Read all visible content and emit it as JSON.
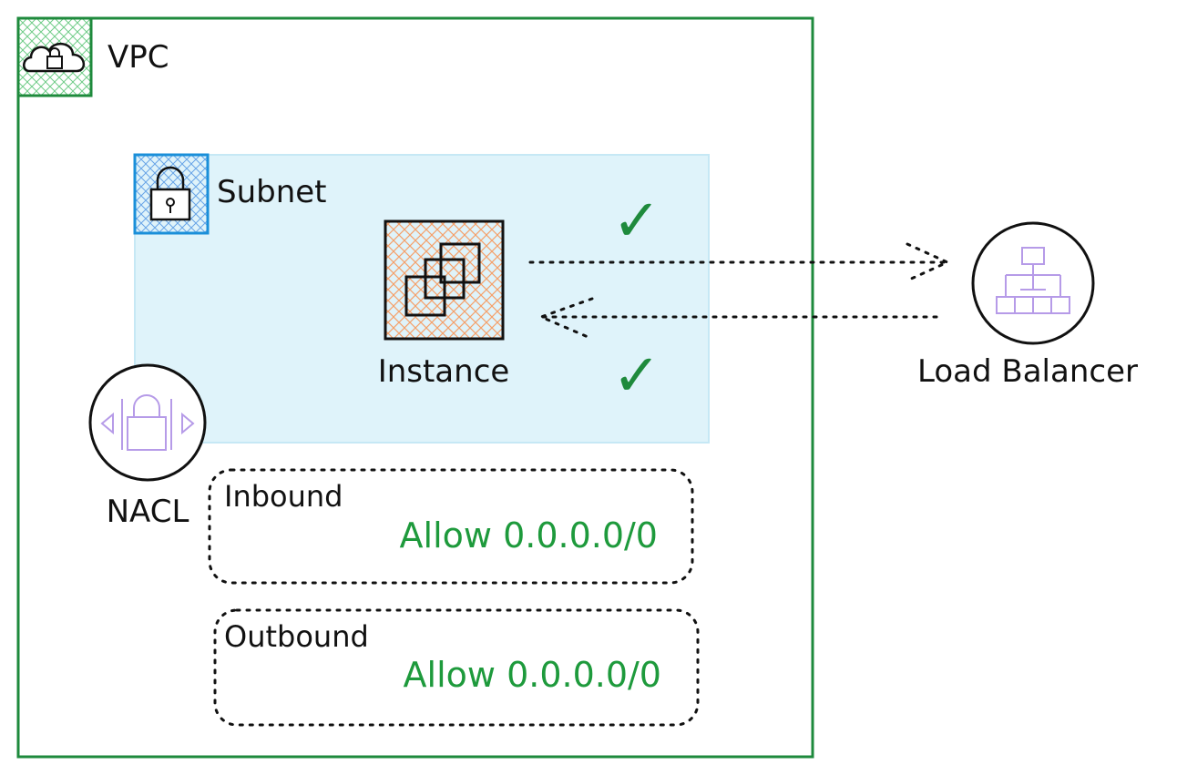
{
  "labels": {
    "vpc": "VPC",
    "subnet": "Subnet",
    "instance": "Instance",
    "load_balancer": "Load Balancer",
    "nacl": "NACL"
  },
  "rules": {
    "inbound": {
      "title": "Inbound",
      "rule": "Allow 0.0.0.0/0"
    },
    "outbound": {
      "title": "Outbound",
      "rule": "Allow 0.0.0.0/0"
    }
  },
  "status": {
    "outbound_mark": "✓",
    "inbound_mark": "✓"
  },
  "icons": {
    "vpc": "cloud-lock-icon",
    "subnet": "padlock-icon",
    "instance": "ec2-instances-icon",
    "load_balancer": "load-balancer-icon",
    "nacl": "network-acl-icon"
  },
  "colors": {
    "vpc_border": "#1e8a3c",
    "subnet_fill": "#dff3fa",
    "subnet_icon": "#1a8fd9",
    "instance_hatch": "#f5a06a",
    "rule_text": "#1e9a3c",
    "icon_purple": "#b69be8"
  }
}
